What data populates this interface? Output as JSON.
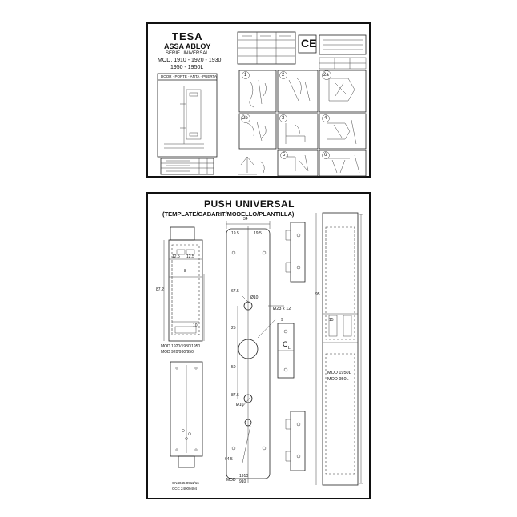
{
  "top_sheet": {
    "brand": "TESA",
    "company": "ASSA ABLOY",
    "series": "SERIE UNIVERSAL",
    "model_line1": "MOD. 1910 - 1920 - 1930",
    "model_line2": "1950 - 1950L",
    "door_label": "DOOR · PORTE · ANTA · PUERTA",
    "ce_mark": "CE",
    "step_labels": [
      "1",
      "2",
      "2a",
      "2b",
      "3",
      "4",
      "5",
      "6"
    ]
  },
  "bottom_sheet": {
    "title": "PUSH UNIVERSAL",
    "subtitle": "(TEMPLATE/GABARIT/MODELLO/PLANTILLA)",
    "dims": {
      "d34": "34",
      "d19_5a": "19.5",
      "d19_5b": "19.5",
      "d12_5a": "12.5",
      "d12_5b": "12.5",
      "d8": "8",
      "d10": "10",
      "d87_2": "87.2",
      "d67_5": "67.5",
      "d25": "25",
      "d95": "95",
      "phi23": "Ø23 x 12",
      "d9": "9",
      "d50": "50",
      "d87_5": "87.5",
      "phi10a": "Ø10",
      "phi10b": "Ø10",
      "d64_5": "64.5",
      "d15": "15"
    },
    "mod_left_line1": "MOD 1920/1930/1950",
    "mod_left_line2": "MOD 920/930/950",
    "center_mark": "C",
    "center_sub": "L",
    "mod_right_line1": "MOD 1950L",
    "mod_right_line2": "MOD 950L",
    "mod_bottom": "MOD",
    "mod_bottom_nums": [
      "1910",
      "910"
    ],
    "footer_line1": "CN4045 0911/16",
    "footer_line2": "CCC 24000404"
  }
}
